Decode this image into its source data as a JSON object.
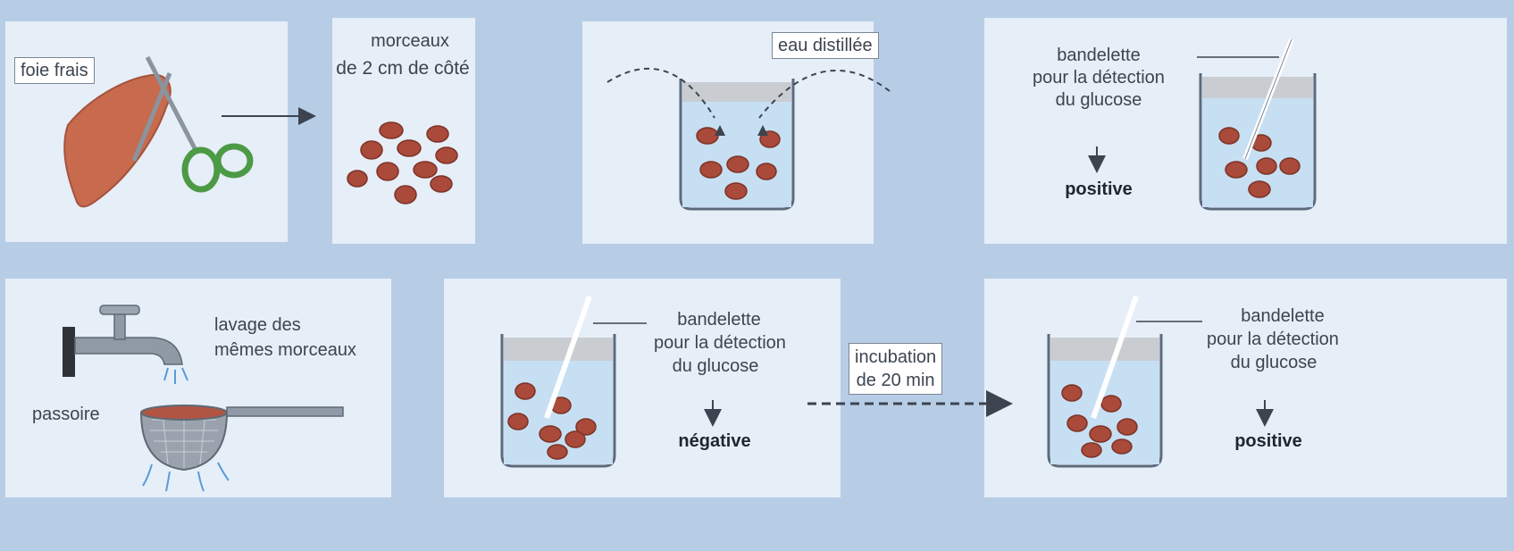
{
  "colors": {
    "background": "#b7cde6",
    "panel": "#e6eef8",
    "water": "#c7dff3",
    "liver": "#c76a4e",
    "liver_piece": "#a94a3a",
    "scissors_handle": "#4c9a45",
    "text": "#3c4450"
  },
  "top_row": {
    "step1": {
      "label": "foie frais"
    },
    "step2": {
      "caption": [
        "morceaux",
        "de 2 cm de côté"
      ]
    },
    "step3": {
      "label": "eau distillée"
    },
    "step4": {
      "strip_label": [
        "bandelette",
        "pour la détection",
        "du glucose"
      ],
      "result": "positive"
    }
  },
  "bottom_row": {
    "step5": {
      "caption": [
        "lavage des",
        "mêmes morceaux"
      ],
      "strainer_label": "passoire"
    },
    "step6": {
      "strip_label": [
        "bandelette",
        "pour la détection",
        "du glucose"
      ],
      "result": "négative"
    },
    "incubation": {
      "label": [
        "incubation",
        "de 20 min"
      ]
    },
    "step7": {
      "strip_label": [
        "bandelette",
        "pour la détection",
        "du glucose"
      ],
      "result": "positive"
    }
  },
  "icons": [
    "liver-icon",
    "scissors-icon",
    "faucet-icon",
    "strainer-icon",
    "beaker-icon",
    "test-strip-icon",
    "arrow-icon"
  ]
}
